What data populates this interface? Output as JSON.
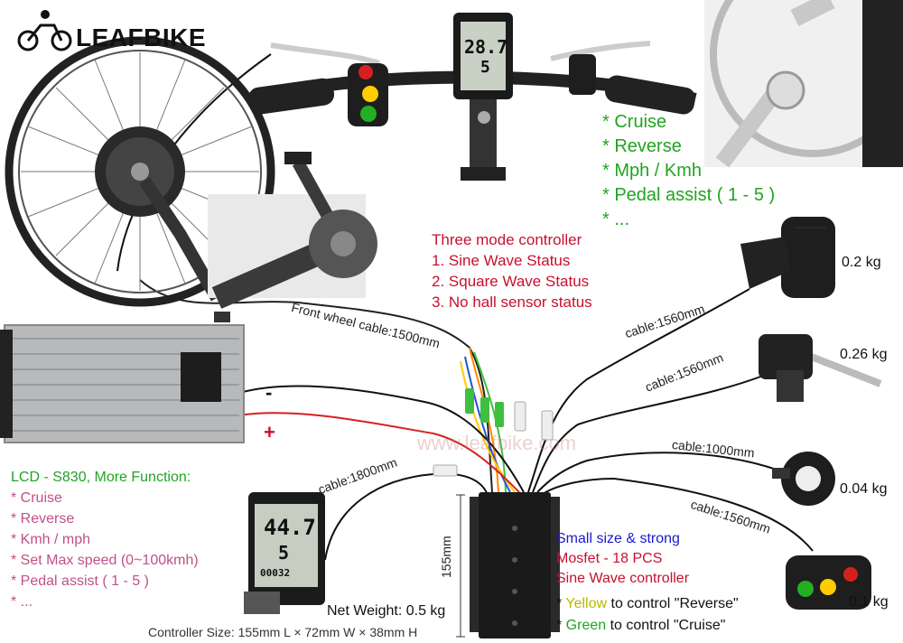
{
  "brand": {
    "name": "LEAFBIKE",
    "watermark": "www.leafbike.com"
  },
  "features": {
    "items": [
      "* Cruise",
      "* Reverse",
      "* Mph / Kmh",
      "* Pedal assist ( 1 - 5 )",
      "* ..."
    ]
  },
  "controller_modes": {
    "title": "Three mode controller",
    "items": [
      "1. Sine Wave Status",
      "2. Square Wave Status",
      "3. No hall sensor status"
    ]
  },
  "lcd": {
    "title": "LCD - S830, More Function:",
    "items": [
      "* Cruise",
      "* Reverse",
      "* Kmh / mph",
      "* Set Max speed (0~100kmh)",
      "* Pedal assist ( 1 - 5 )",
      "* ..."
    ],
    "screen_speed": "44.7",
    "screen_pas": "5",
    "screen_odo": "00032",
    "top_speed": "28.7",
    "top_pas": "5"
  },
  "controller": {
    "spec_lines": [
      "Small size & strong",
      "Mosfet - 18 PCS",
      "Sine Wave controller"
    ],
    "net_weight": "Net Weight: 0.5 kg",
    "size": "Controller Size: 155mm L × 72mm W × 38mm H",
    "height_label": "155mm"
  },
  "buttons_note": {
    "yellow_prefix": "* ",
    "yellow_word": "Yellow",
    "yellow_rest": " to control \"Reverse\"",
    "green_prefix": "* ",
    "green_word": "Green",
    "green_rest": " to control \"Cruise\""
  },
  "battery": {
    "minus": "-",
    "plus": "+"
  },
  "cables": {
    "front_wheel": "Front wheel cable:1500mm",
    "throttle": "cable:1560mm",
    "brake": "cable:1560mm",
    "pas": "cable:1000mm",
    "switch": "cable:1560mm",
    "lcd": "cable:1800mm"
  },
  "weights": {
    "throttle": "0.2 kg",
    "brake": "0.26 kg",
    "pas": "0.04 kg",
    "switch": "0.1 kg"
  },
  "colors": {
    "green": "#22a322",
    "red": "#c8102e",
    "pink": "#c0508a",
    "blue": "#1a1acc"
  }
}
